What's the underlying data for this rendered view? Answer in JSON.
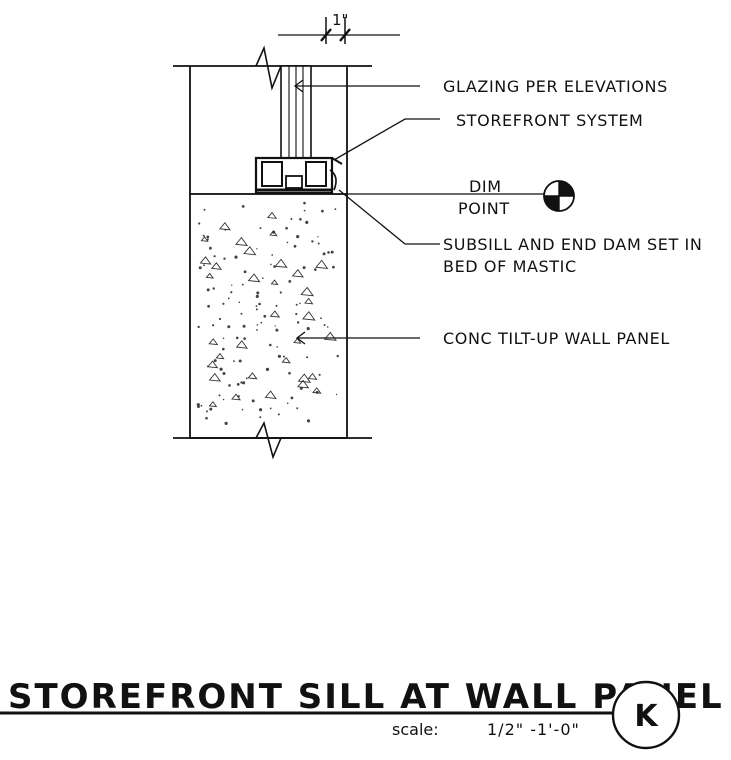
{
  "drawing": {
    "dimension_label": "1\"",
    "callouts": {
      "glazing": "GLAZING PER ELEVATIONS",
      "storefront": "STOREFRONT SYSTEM",
      "dim_line_1": "DIM",
      "dim_line_2": "POINT",
      "subsill_line_1": "SUBSILL AND END DAM SET IN",
      "subsill_line_2": "BED OF MASTIC",
      "panel": "CONC TILT-UP WALL PANEL"
    }
  },
  "title_block": {
    "title": "STOREFRONT SILL AT WALL PANEL",
    "scale_label": "scale:",
    "scale_value": "1/2\" -1'-0\"",
    "detail_id": "K"
  }
}
